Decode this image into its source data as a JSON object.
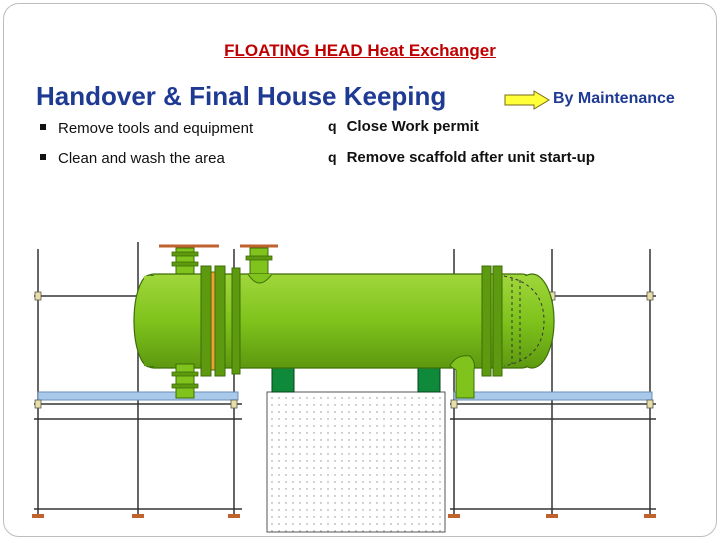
{
  "slide": {
    "title": "FLOATING HEAD Heat Exchanger",
    "heading": "Handover & Final House Keeping",
    "responsibility": "By Maintenance",
    "left_tasks": [
      "Remove tools and equipment",
      "Clean and wash the area"
    ],
    "right_tasks": [
      "Close Work permit",
      "Remove scaffold after unit start-up"
    ]
  },
  "colors": {
    "title": "#c00000",
    "heading": "#1f3a93",
    "vessel": "#7fc31c",
    "vessel_dark": "#4e8a0a",
    "arrow": "#ffff3a",
    "support": "#0f8a3a",
    "platform": "#a9c9ea",
    "flange": "#c0622d"
  },
  "icons": {
    "square_bullet": "square-bullet-icon",
    "q_bullet": "checkbox-bullet-icon",
    "arrow": "right-arrow-icon"
  }
}
